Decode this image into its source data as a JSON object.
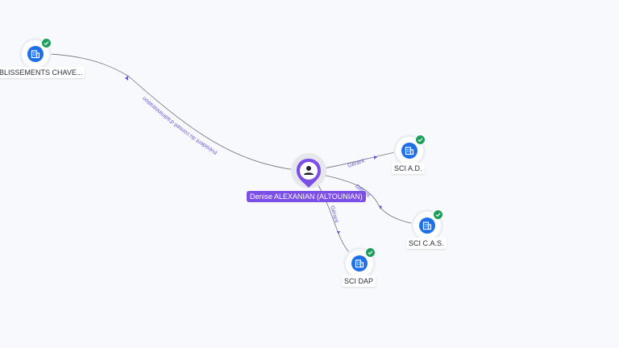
{
  "person": {
    "name": "Denise ALEXANIAN (ALTOUNIAN)",
    "icon": "person-icon"
  },
  "companies": [
    {
      "name": "BLISSEMENTS CHAVE...",
      "icon": "building-icon",
      "status": "check-icon"
    },
    {
      "name": "SCI A.D.",
      "icon": "building-icon",
      "status": "check-icon"
    },
    {
      "name": "SCI C.A.S.",
      "icon": "building-icon",
      "status": "check-icon"
    },
    {
      "name": "SCI DAP",
      "icon": "building-icon",
      "status": "check-icon"
    }
  ],
  "edges": [
    {
      "label": "Président du conseil d'administration"
    },
    {
      "label": "Gérant"
    },
    {
      "label": "Gérant"
    },
    {
      "label": "Gérant"
    }
  ],
  "colors": {
    "person": "#7b4fe6",
    "company": "#1f6fe6",
    "status_ok": "#1e9e5a",
    "edge_label": "#6a55d8"
  }
}
